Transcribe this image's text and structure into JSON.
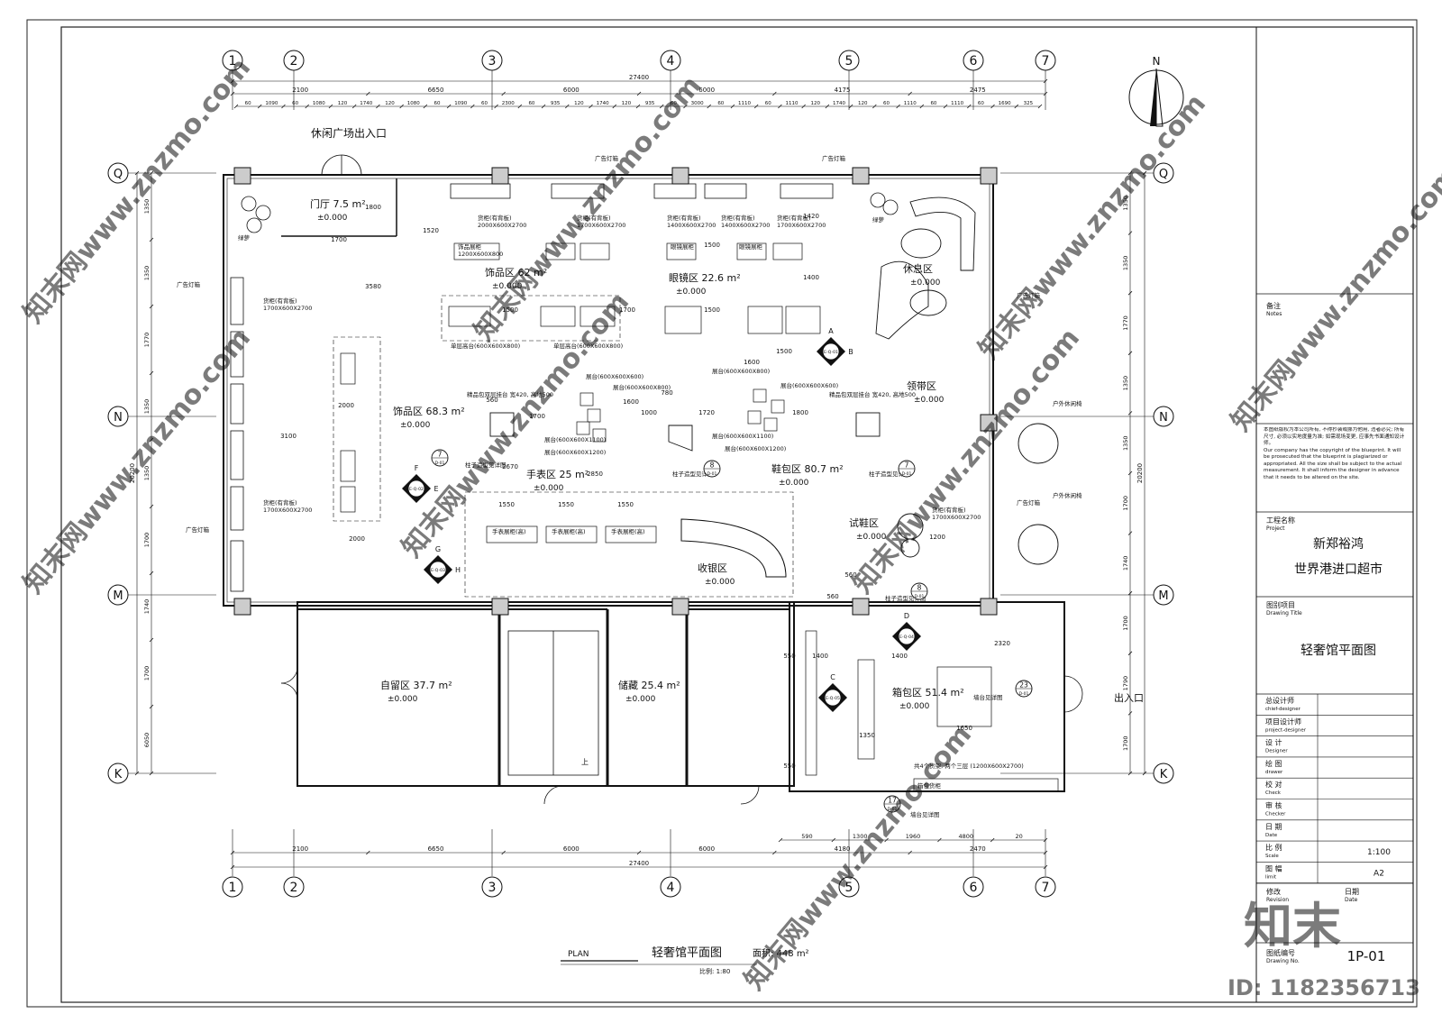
{
  "drawing": {
    "plaza_entrance": "休闲广场出入口",
    "exit_label": "出入口",
    "up_label": "上",
    "north_label": "N",
    "stairs_label": "上"
  },
  "grid": {
    "columns": [
      "1",
      "2",
      "3",
      "4",
      "5",
      "6",
      "7"
    ],
    "rows": [
      "Q",
      "N",
      "M",
      "K"
    ]
  },
  "dimensions": {
    "top_total": "27400",
    "top_segments": [
      "2100",
      "6650",
      "6000",
      "6000",
      "4175",
      "2475"
    ],
    "top_detail": [
      "60",
      "1090",
      "60",
      "1080",
      "120",
      "1740",
      "120",
      "1080",
      "60",
      "1090",
      "60",
      "2300",
      "60",
      "935",
      "120",
      "1740",
      "120",
      "935",
      "60",
      "3000",
      "60",
      "1110",
      "60",
      "1110",
      "120",
      "1740",
      "120",
      "60",
      "1110",
      "60",
      "1110",
      "60",
      "1690",
      "325"
    ],
    "bottom_segments": [
      "2100",
      "6650",
      "6000",
      "6000",
      "4180",
      "2470"
    ],
    "bottom_total": "27400",
    "bottom_detail": [
      "590",
      "1300",
      "1960",
      "4800",
      "20"
    ],
    "left_segments": [
      "1350",
      "1350",
      "1770",
      "1350",
      "1350",
      "1700",
      "1740",
      "1700",
      "6050"
    ],
    "left_total": "20200",
    "right_segments": [
      "1350",
      "1350",
      "1770",
      "1350",
      "1350",
      "1700",
      "1740",
      "1700",
      "1790",
      "1700"
    ],
    "right_total": "20200"
  },
  "zones": [
    {
      "name": "门厅",
      "area": "7.5 m²",
      "level": "±0.000"
    },
    {
      "name": "饰品区",
      "area": "62 m²",
      "level": "±0.000"
    },
    {
      "name": "眼镜区",
      "area": "22.6 m²",
      "level": "±0.000"
    },
    {
      "name": "休息区",
      "area": "",
      "level": "±0.000"
    },
    {
      "name": "领带区",
      "area": "",
      "level": "±0.000"
    },
    {
      "name": "饰品区",
      "area": "68.3 m²",
      "level": "±0.000"
    },
    {
      "name": "手表区",
      "area": "25 m²",
      "level": "±0.000"
    },
    {
      "name": "鞋包区",
      "area": "80.7 m²",
      "level": "±0.000"
    },
    {
      "name": "试鞋区",
      "area": "",
      "level": "±0.000"
    },
    {
      "name": "收银区",
      "area": "",
      "level": "±0.000"
    },
    {
      "name": "自留区",
      "area": "37.7 m²",
      "level": "±0.000"
    },
    {
      "name": "储藏",
      "area": "25.4 m²",
      "level": "±0.000"
    },
    {
      "name": "箱包区",
      "area": "51.4 m²",
      "level": "±0.000"
    }
  ],
  "fixtures": {
    "cabinet_a": "货柜(有背板)",
    "cabinet_a_size1": "2000X600X2700",
    "cabinet_a_size2": "1700X600X2700",
    "cabinet_b_size": "1400X600X2700",
    "light_box": "广告灯箱",
    "shelf": "饰品展柜",
    "shelf_size": "1200X600X800",
    "glasses_shelf": "眼镜展柜",
    "display_table1": "展台(600X600X600)",
    "display_table2": "展台(600X600X800)",
    "display_table3": "展台(600X600X1100)",
    "display_table4": "展台(600X600X1200)",
    "island1": "单层高台(600X600X800)",
    "island2": "单层高台(600X600X800)",
    "column_note": "柱子造型见详图",
    "watch_shelf": "手表展柜(高)",
    "double_shelf": "精品包双层挂台 宽420, 高地500",
    "outdoor_seating": "户外休闲椅",
    "bag_shelf": "箱包货柜",
    "bag_note": "共4个货架, 两个三层 (1200X600X2700)",
    "wall_display": "墙台见详图",
    "dims_inner": [
      "1520",
      "1700",
      "1800",
      "3580",
      "1500",
      "1500",
      "1420",
      "1400",
      "1700",
      "1500",
      "1500",
      "1600",
      "1700",
      "1600",
      "1720",
      "1800",
      "560",
      "780",
      "1000",
      "2670",
      "2850",
      "3100",
      "2000",
      "2000",
      "1550",
      "1550",
      "1550",
      "1200",
      "560",
      "2320",
      "1400",
      "1400",
      "1650",
      "1350",
      "550",
      "550",
      "560"
    ],
    "plant_label": "绿萝",
    "plant_label2": "绿萝"
  },
  "callouts": [
    {
      "num": "7",
      "code": "D-01"
    },
    {
      "num": "8",
      "code": "D-01"
    },
    {
      "num": "7",
      "code": "D-01"
    },
    {
      "num": "8",
      "code": "D-01"
    },
    {
      "num": "23",
      "code": "D-01"
    },
    {
      "num": "17",
      "code": "D-01"
    }
  ],
  "sections": [
    {
      "id": "A",
      "pair": "B",
      "code": "E-Q-01"
    },
    {
      "id": "F",
      "pair": "E",
      "code": "E-Q-02"
    },
    {
      "id": "G",
      "pair": "H",
      "code": "E-Q-03"
    },
    {
      "id": "D",
      "pair": "",
      "code": "E-Q-04"
    },
    {
      "id": "C",
      "pair": "",
      "code": "E-Q-05"
    }
  ],
  "footer": {
    "plan_en": "PLAN",
    "plan_title": "轻奢馆平面图",
    "area_label": "面积: 448 m²",
    "scale": "比例: 1:80"
  },
  "title_block": {
    "notes_cn": "备注",
    "notes_en": "Notes",
    "copyright_cn": "本图纸版权为本公司所有, 不得抄袭或挪为他用, 违者必究; 所有尺寸, 必须以实地度量为准; 如需现场变更, 应事先书面通知设计师。",
    "copyright_en": "Our company has the copyright of the blueprint. It will be prosecuted that the blueprint is plagiarized or appropriated. All the size shall be subject to the actual measurement. It shall inform the designer in advance that it needs to be altered on the site.",
    "project_cn": "工程名称",
    "project_en": "Project",
    "project_name1": "新郑裕鸿",
    "project_name2": "世界港进口超市",
    "drawing_title_cn": "图别项目",
    "drawing_title_en": "Drawing Title",
    "drawing_title": "轻奢馆平面图",
    "rows": [
      {
        "cn": "总设计师",
        "en": "chief-designer",
        "value": ""
      },
      {
        "cn": "项目设计师",
        "en": "project-designer",
        "value": ""
      },
      {
        "cn": "设 计",
        "en": "Designer",
        "value": ""
      },
      {
        "cn": "绘 图",
        "en": "drawer",
        "value": ""
      },
      {
        "cn": "校 对",
        "en": "Check",
        "value": ""
      },
      {
        "cn": "审 核",
        "en": "Checker",
        "value": ""
      },
      {
        "cn": "日 期",
        "en": "Date",
        "value": ""
      },
      {
        "cn": "比 例",
        "en": "Scale",
        "value": "1:100"
      },
      {
        "cn": "图 幅",
        "en": "limit",
        "value": "A2"
      }
    ],
    "revision_cn": "修改",
    "revision_en": "Revision",
    "date_cn": "日期",
    "date_en": "Date",
    "drawing_no_cn": "图纸编号",
    "drawing_no_en": "Drawing No.",
    "drawing_no": "1P-01"
  },
  "watermark": {
    "text": "知末网www.znzmo.com",
    "logo": "知末",
    "id": "ID: 1182356713"
  }
}
